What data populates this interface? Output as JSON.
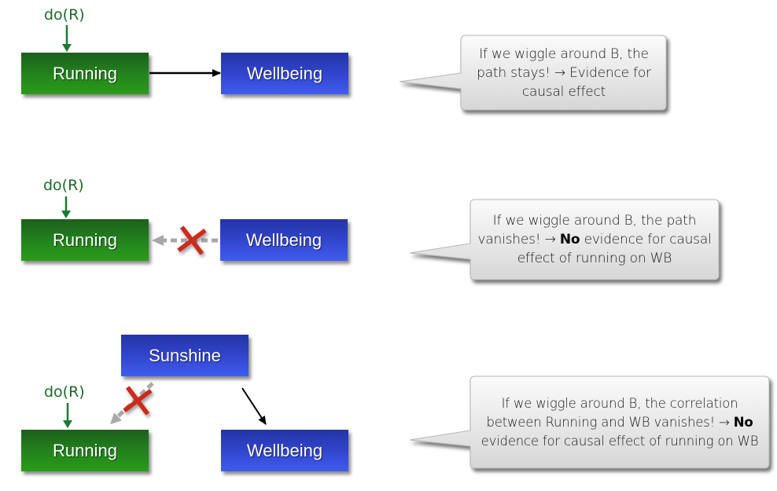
{
  "panels": [
    {
      "intervention_label": "do(R)",
      "nodes": {
        "running": "Running",
        "wellbeing": "Wellbeing"
      },
      "edge": {
        "from": "Running",
        "to": "Wellbeing",
        "style": "solid",
        "blocked": false
      },
      "callout": {
        "line1": "If we wiggle around B, the",
        "line2_pre": "path stays! ",
        "arrow": "→",
        "line2_post": " Evidence for",
        "line3": "causal effect"
      }
    },
    {
      "intervention_label": "do(R)",
      "nodes": {
        "running": "Running",
        "wellbeing": "Wellbeing"
      },
      "edge": {
        "from": "Wellbeing",
        "to": "Running",
        "style": "dashed",
        "blocked": true
      },
      "callout": {
        "line1": "If we wiggle around B, the path",
        "line2_pre": "vanishes! ",
        "arrow": "→",
        "bold": "No",
        "line2_post": " evidence for causal",
        "line3": "effect of running on WB"
      }
    },
    {
      "intervention_label": "do(R)",
      "nodes": {
        "sunshine": "Sunshine",
        "running": "Running",
        "wellbeing": "Wellbeing"
      },
      "edges": [
        {
          "from": "Sunshine",
          "to": "Running",
          "style": "dashed",
          "blocked": true
        },
        {
          "from": "Sunshine",
          "to": "Wellbeing",
          "style": "solid",
          "blocked": false
        }
      ],
      "callout": {
        "line1": "If we wiggle around B, the correlation",
        "line2_pre": "between Running and WB vanishes! ",
        "arrow": "→",
        "bold": "No",
        "line3": "evidence for causal effect of running on WB"
      }
    }
  ],
  "colors": {
    "intervention": "#1d6b2a",
    "running_node": "#23821d",
    "blue_node": "#3145cc",
    "blocked_x": "#cc2a1a",
    "blocked_edge": "#a8a8a8"
  }
}
